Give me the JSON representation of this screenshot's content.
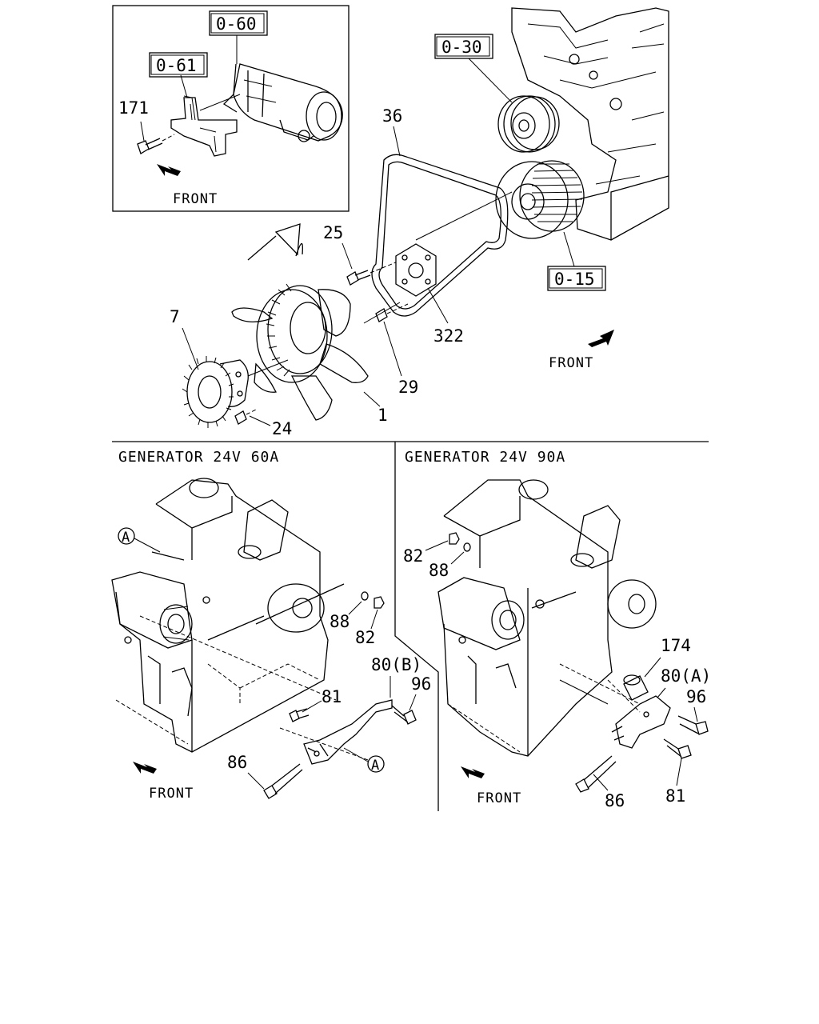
{
  "diagram": {
    "callouts": {
      "c_0_60": "0-60",
      "c_0_61": "0-61",
      "c_0_30": "0-30",
      "c_0_15": "0-15",
      "c_171": "171",
      "c_36": "36",
      "c_25": "25",
      "c_322": "322",
      "c_7": "7",
      "c_29": "29",
      "c_1": "1",
      "c_24": "24"
    },
    "front_labels": {
      "inset": "FRONT",
      "top": "FRONT",
      "left": "FRONT",
      "right": "FRONT"
    },
    "left_panel": {
      "header": "GENERATOR 24V 60A",
      "callouts": {
        "a_top": "A",
        "a_bottom": "A",
        "c_88": "88",
        "c_82": "82",
        "c_80b": "80(B)",
        "c_96": "96",
        "c_81": "81",
        "c_86": "86"
      }
    },
    "right_panel": {
      "header": "GENERATOR 24V 90A",
      "callouts": {
        "c_82": "82",
        "c_88": "88",
        "c_174": "174",
        "c_80a": "80(A)",
        "c_96": "96",
        "c_86": "86",
        "c_81": "81"
      }
    }
  }
}
